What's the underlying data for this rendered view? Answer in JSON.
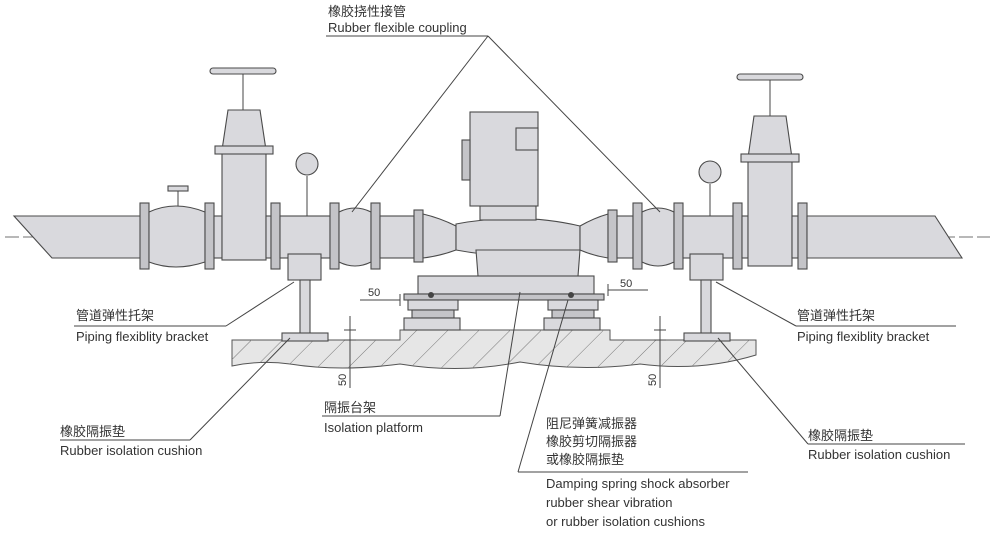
{
  "labels": {
    "coupling_cn": "橡胶挠性接管",
    "coupling_en": "Rubber flexible coupling",
    "bracket_left_cn": "管道弹性托架",
    "bracket_left_en": "Piping flexiblity bracket",
    "bracket_right_cn": "管道弹性托架",
    "bracket_right_en": "Piping flexiblity bracket",
    "cushion_left_cn": "橡胶隔振垫",
    "cushion_left_en": "Rubber isolation cushion",
    "cushion_right_cn": "橡胶隔振垫",
    "cushion_right_en": "Rubber isolation cushion",
    "platform_cn": "隔振台架",
    "platform_en": "Isolation platform",
    "damper_cn_1": "阻尼弹簧减振器",
    "damper_cn_2": "橡胶剪切隔振器",
    "damper_cn_3": "或橡胶隔振垫",
    "damper_en_1": "Damping spring shock absorber",
    "damper_en_2": "rubber shear vibration",
    "damper_en_3": "or rubber isolation cushions"
  },
  "dimensions": {
    "left_gap": "50",
    "right_gap": "50",
    "left_height": "50",
    "right_height": "50"
  },
  "colors": {
    "equipment_fill": "#d9d9dd",
    "line": "#444444"
  }
}
